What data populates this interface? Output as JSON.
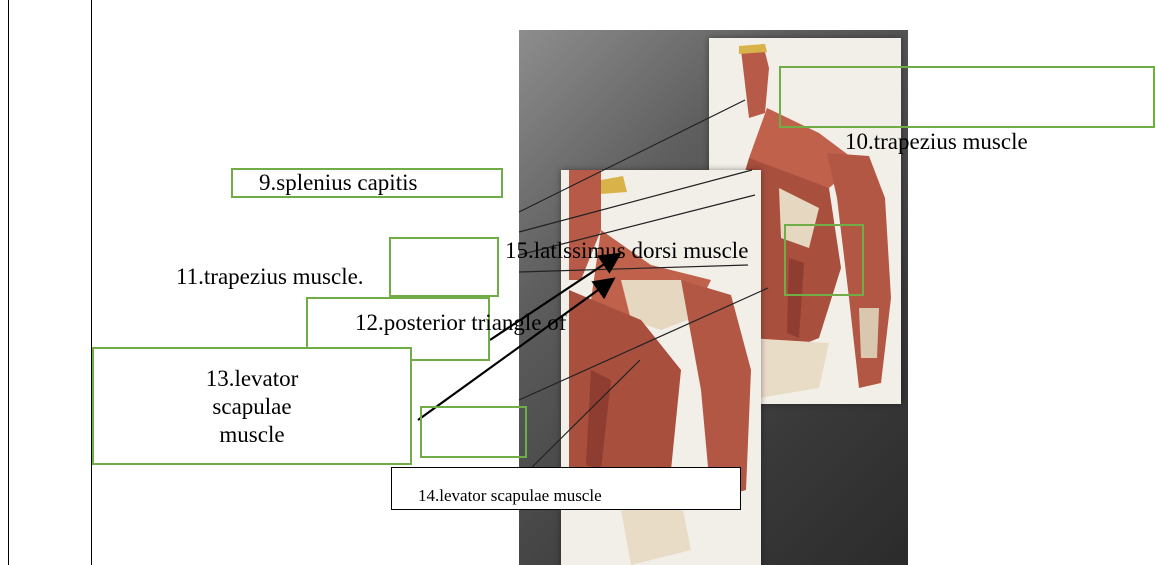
{
  "labels": {
    "l9": "9.splenius capitis",
    "l10": "10.trapezius muscle",
    "l11": "11.trapezius muscle.",
    "l12": "12.posterior triangle of",
    "l13": [
      "13.levator",
      "scapulae",
      "muscle"
    ],
    "l14": "14.levator scapulae muscle",
    "l15": "15.latlssimus dorsi muscle"
  },
  "colors": {
    "box_border": "#70ad47",
    "muscle": "#b85a48",
    "tendon": "#e9dcc7",
    "background_panel": "#f2efe8"
  }
}
